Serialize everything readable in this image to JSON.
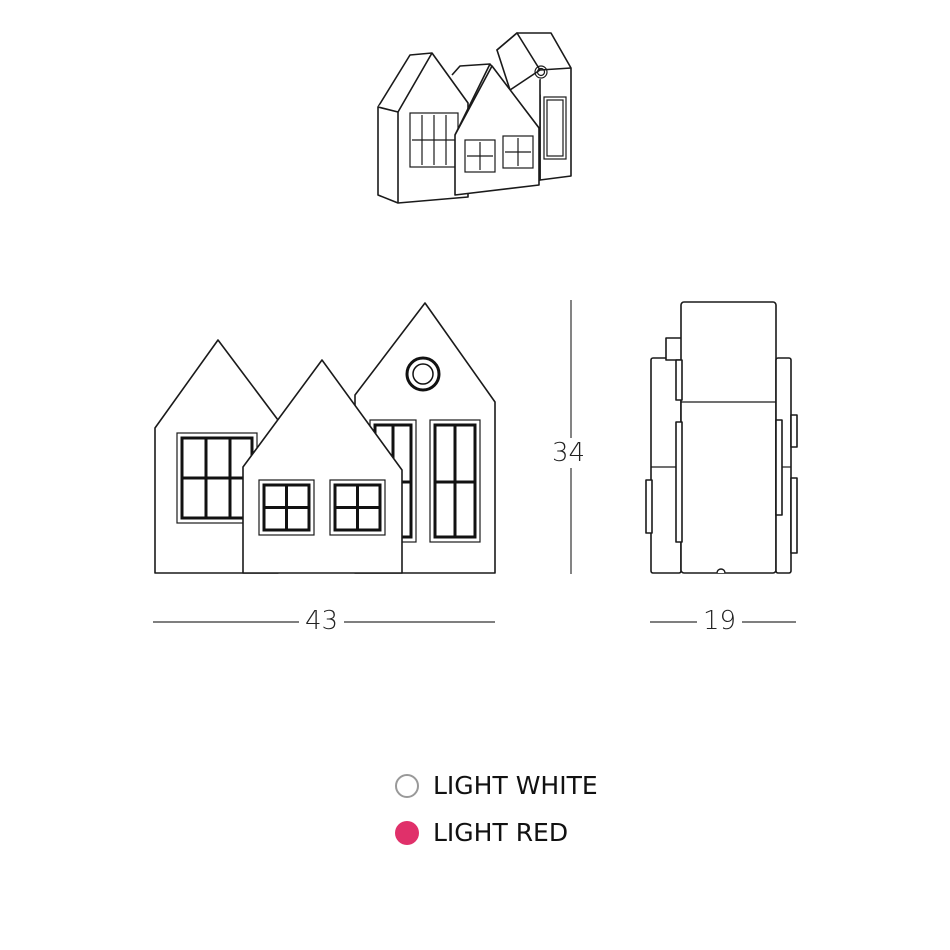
{
  "dimensions": {
    "width": "43",
    "height": "34",
    "depth": "19"
  },
  "legend": [
    {
      "label": "LIGHT WHITE",
      "color": "#ffffff",
      "border": "#999999"
    },
    {
      "label": "LIGHT RED",
      "color": "#e0306a",
      "border": "#e0306a"
    }
  ]
}
